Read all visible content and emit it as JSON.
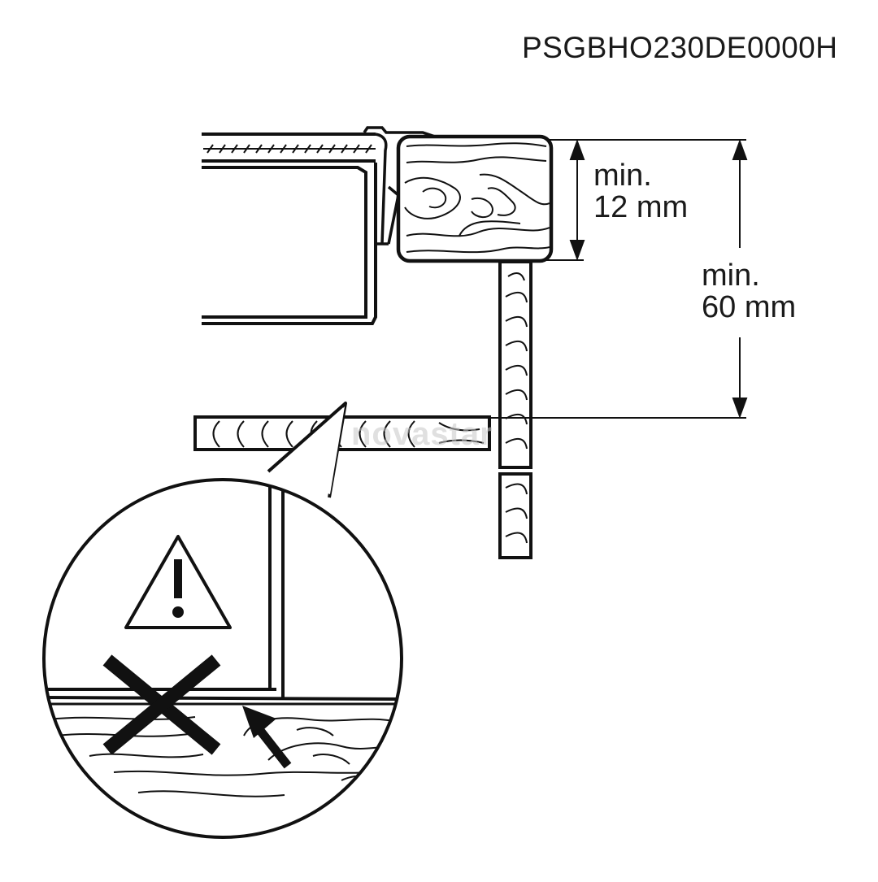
{
  "diagram": {
    "reference_code": "PSGBHO230DE0000H",
    "dimension_top": {
      "line1": "min.",
      "line2": "12 mm"
    },
    "dimension_total": {
      "line1": "min.",
      "line2": "60 mm"
    },
    "watermark": "novastar",
    "icons": [
      "warning-triangle-icon",
      "prohibited-cross-icon",
      "arrow-icon"
    ]
  }
}
